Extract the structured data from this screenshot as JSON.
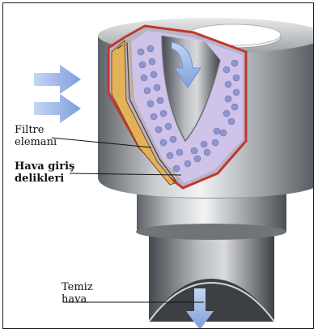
{
  "labels": {
    "filter_element_line1": "Filtre",
    "filter_element_line2": "elemanı",
    "air_holes_line1": "Hava giriş",
    "air_holes_line2": "delikleri",
    "clean_air_line1": "Temiz",
    "clean_air_line2": "hava"
  },
  "colors": {
    "flow_arrow": "#8fb0e6",
    "cutaway_edge": "#c0392b",
    "filter_media": "#c9b8e8",
    "holes": "#8a93c8",
    "metal": "#9aa0a6"
  }
}
